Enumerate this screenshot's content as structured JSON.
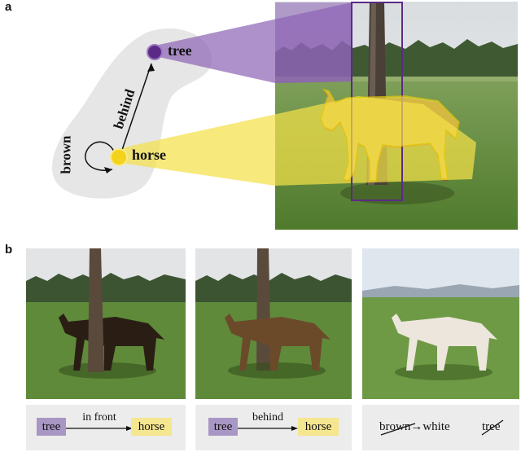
{
  "panel_a": {
    "letter": "a",
    "nodes": {
      "tree": "tree",
      "horse": "horse"
    },
    "edges": {
      "behind": "behind",
      "brown": "brown"
    },
    "colors": {
      "tree_node": "#5b2a86",
      "horse_node": "#f2d21b",
      "tree_ray": "#8c63b4",
      "horse_ray": "#f4e04a"
    }
  },
  "panel_b": {
    "letter": "b",
    "captions": [
      {
        "left": "tree",
        "relation": "in front",
        "right": "horse"
      },
      {
        "left": "tree",
        "relation": "behind",
        "right": "horse"
      },
      {
        "changed": "brown→white",
        "removed": "tree"
      }
    ],
    "colors": {
      "tree_tag": "#a896c4",
      "horse_tag": "#f5e690",
      "caption_bg": "#ececec"
    }
  }
}
